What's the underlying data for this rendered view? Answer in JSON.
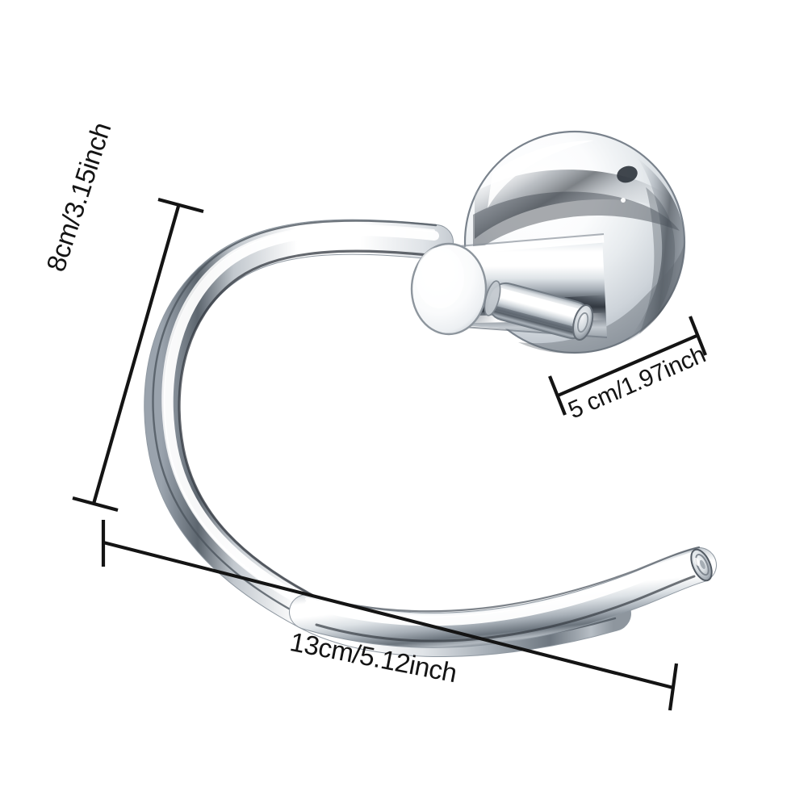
{
  "image": {
    "subject": "chrome wall-mounted toilet paper holder ring with dimension callouts",
    "background_color": "#ffffff",
    "line_color": "#141414",
    "metal_color": "#c9ced4",
    "highlight_color": "#ffffff",
    "shadow_color": "#4a525c"
  },
  "dimensions": {
    "height": {
      "label": "8cm/3.15inch",
      "orientation": "vertical-left",
      "rotation_deg": -72
    },
    "width": {
      "label": "13cm/5.12inch",
      "orientation": "horizontal-bottom",
      "rotation_deg": 11
    },
    "depth": {
      "label": "5 cm/1.97inch",
      "orientation": "diagonal-right",
      "rotation_deg": -23.5
    }
  },
  "product_parts": {
    "wall_plate": "circular-chrome-base-plate",
    "arm": "cylindrical-chrome-arm",
    "pin": "small-chrome-locking-pin",
    "ring": "open-c-shaped-chrome-tube-ring",
    "tip": "open-tube-end-cap"
  }
}
